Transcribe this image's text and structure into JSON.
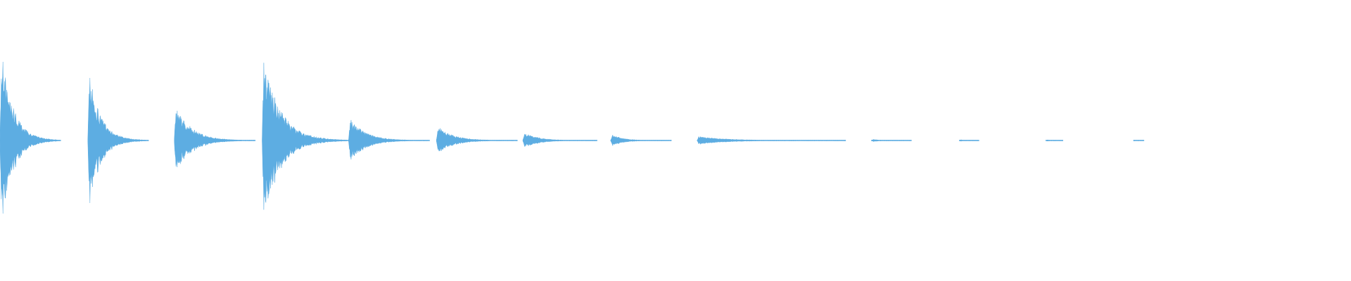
{
  "waveform": {
    "color": "#5dade2",
    "background": "#ffffff",
    "channels": 1,
    "hits": [
      {
        "start_fraction": 0.0,
        "peak_amplitude": 0.92,
        "decay_duration": 0.045
      },
      {
        "start_fraction": 0.065,
        "peak_amplitude": 0.68,
        "decay_duration": 0.045
      },
      {
        "start_fraction": 0.129,
        "peak_amplitude": 0.35,
        "decay_duration": 0.06
      },
      {
        "start_fraction": 0.194,
        "peak_amplitude": 0.82,
        "decay_duration": 0.065
      },
      {
        "start_fraction": 0.258,
        "peak_amplitude": 0.22,
        "decay_duration": 0.06
      },
      {
        "start_fraction": 0.323,
        "peak_amplitude": 0.14,
        "decay_duration": 0.06
      },
      {
        "start_fraction": 0.387,
        "peak_amplitude": 0.08,
        "decay_duration": 0.055
      },
      {
        "start_fraction": 0.452,
        "peak_amplitude": 0.06,
        "decay_duration": 0.045
      },
      {
        "start_fraction": 0.516,
        "peak_amplitude": 0.04,
        "decay_duration": 0.11
      },
      {
        "start_fraction": 0.645,
        "peak_amplitude": 0.015,
        "decay_duration": 0.03
      },
      {
        "start_fraction": 0.71,
        "peak_amplitude": 0.012,
        "decay_duration": 0.015
      },
      {
        "start_fraction": 0.774,
        "peak_amplitude": 0.012,
        "decay_duration": 0.013
      },
      {
        "start_fraction": 0.839,
        "peak_amplitude": 0.01,
        "decay_duration": 0.008
      }
    ]
  }
}
